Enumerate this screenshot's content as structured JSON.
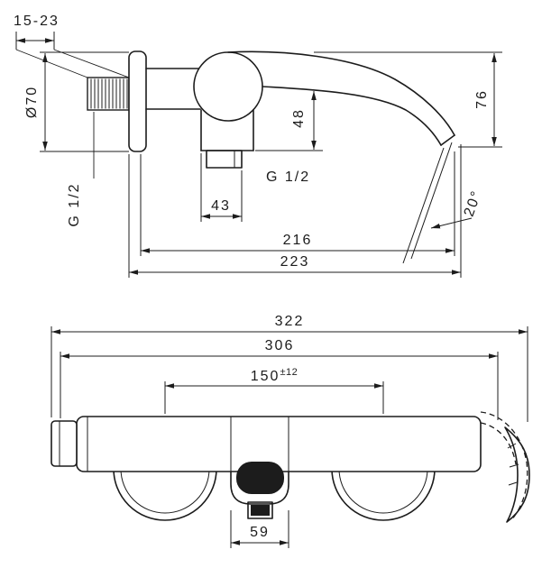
{
  "drawing": {
    "ink_color": "#1c1c1c",
    "background_color": "#ffffff"
  },
  "top_view": {
    "labels": {
      "wall_distance": "15-23",
      "escutcheon_diameter": "Ø70",
      "wall_thread": "G 1/2",
      "outlet_drop": "48",
      "spout_height": "76",
      "spray_angle": "20°",
      "hose_thread": "G 1/2",
      "outlet_offset": "43",
      "projection_inner": "216",
      "projection_outer": "223"
    }
  },
  "front_view": {
    "labels": {
      "overall_width": "322",
      "body_width": "306",
      "connection_distance": "150",
      "connection_tolerance": "±12",
      "centre_unit_width": "59"
    }
  }
}
